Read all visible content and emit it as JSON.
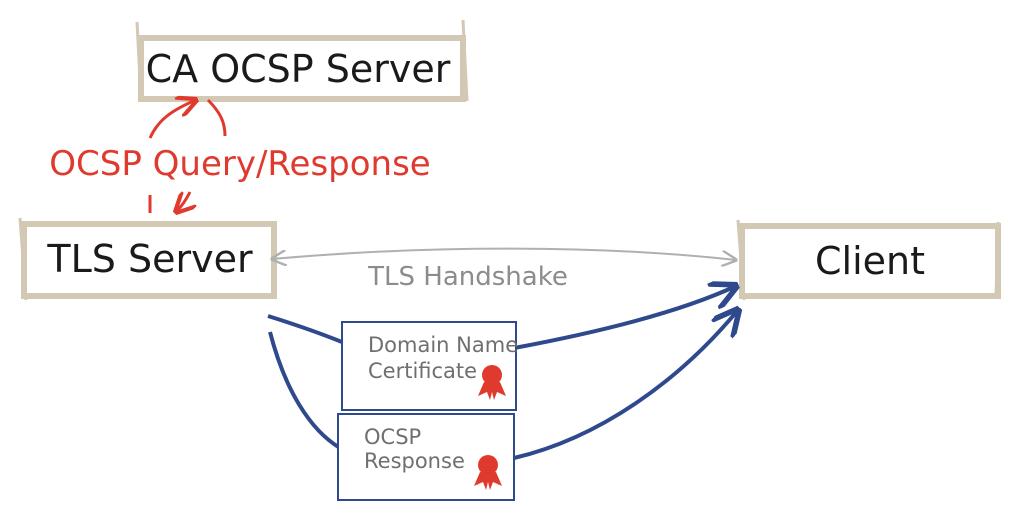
{
  "nodes": {
    "ca_ocsp_server": "CA OCSP Server",
    "tls_server": "TLS Server",
    "client": "Client"
  },
  "edges": {
    "ocsp_query_response": "OCSP Query/Response",
    "tls_handshake": "TLS Handshake"
  },
  "documents": {
    "certificate": [
      "Domain Name",
      "Certificate"
    ],
    "ocsp_response": [
      "OCSP",
      "Response"
    ]
  },
  "colors": {
    "box_border": "#d2c8b4",
    "red": "#e03a2f",
    "blue": "#2e4a8c",
    "gray": "#b0b0b0",
    "doc_border": "#2e4a8c",
    "ribbon": "#e03a2f"
  }
}
